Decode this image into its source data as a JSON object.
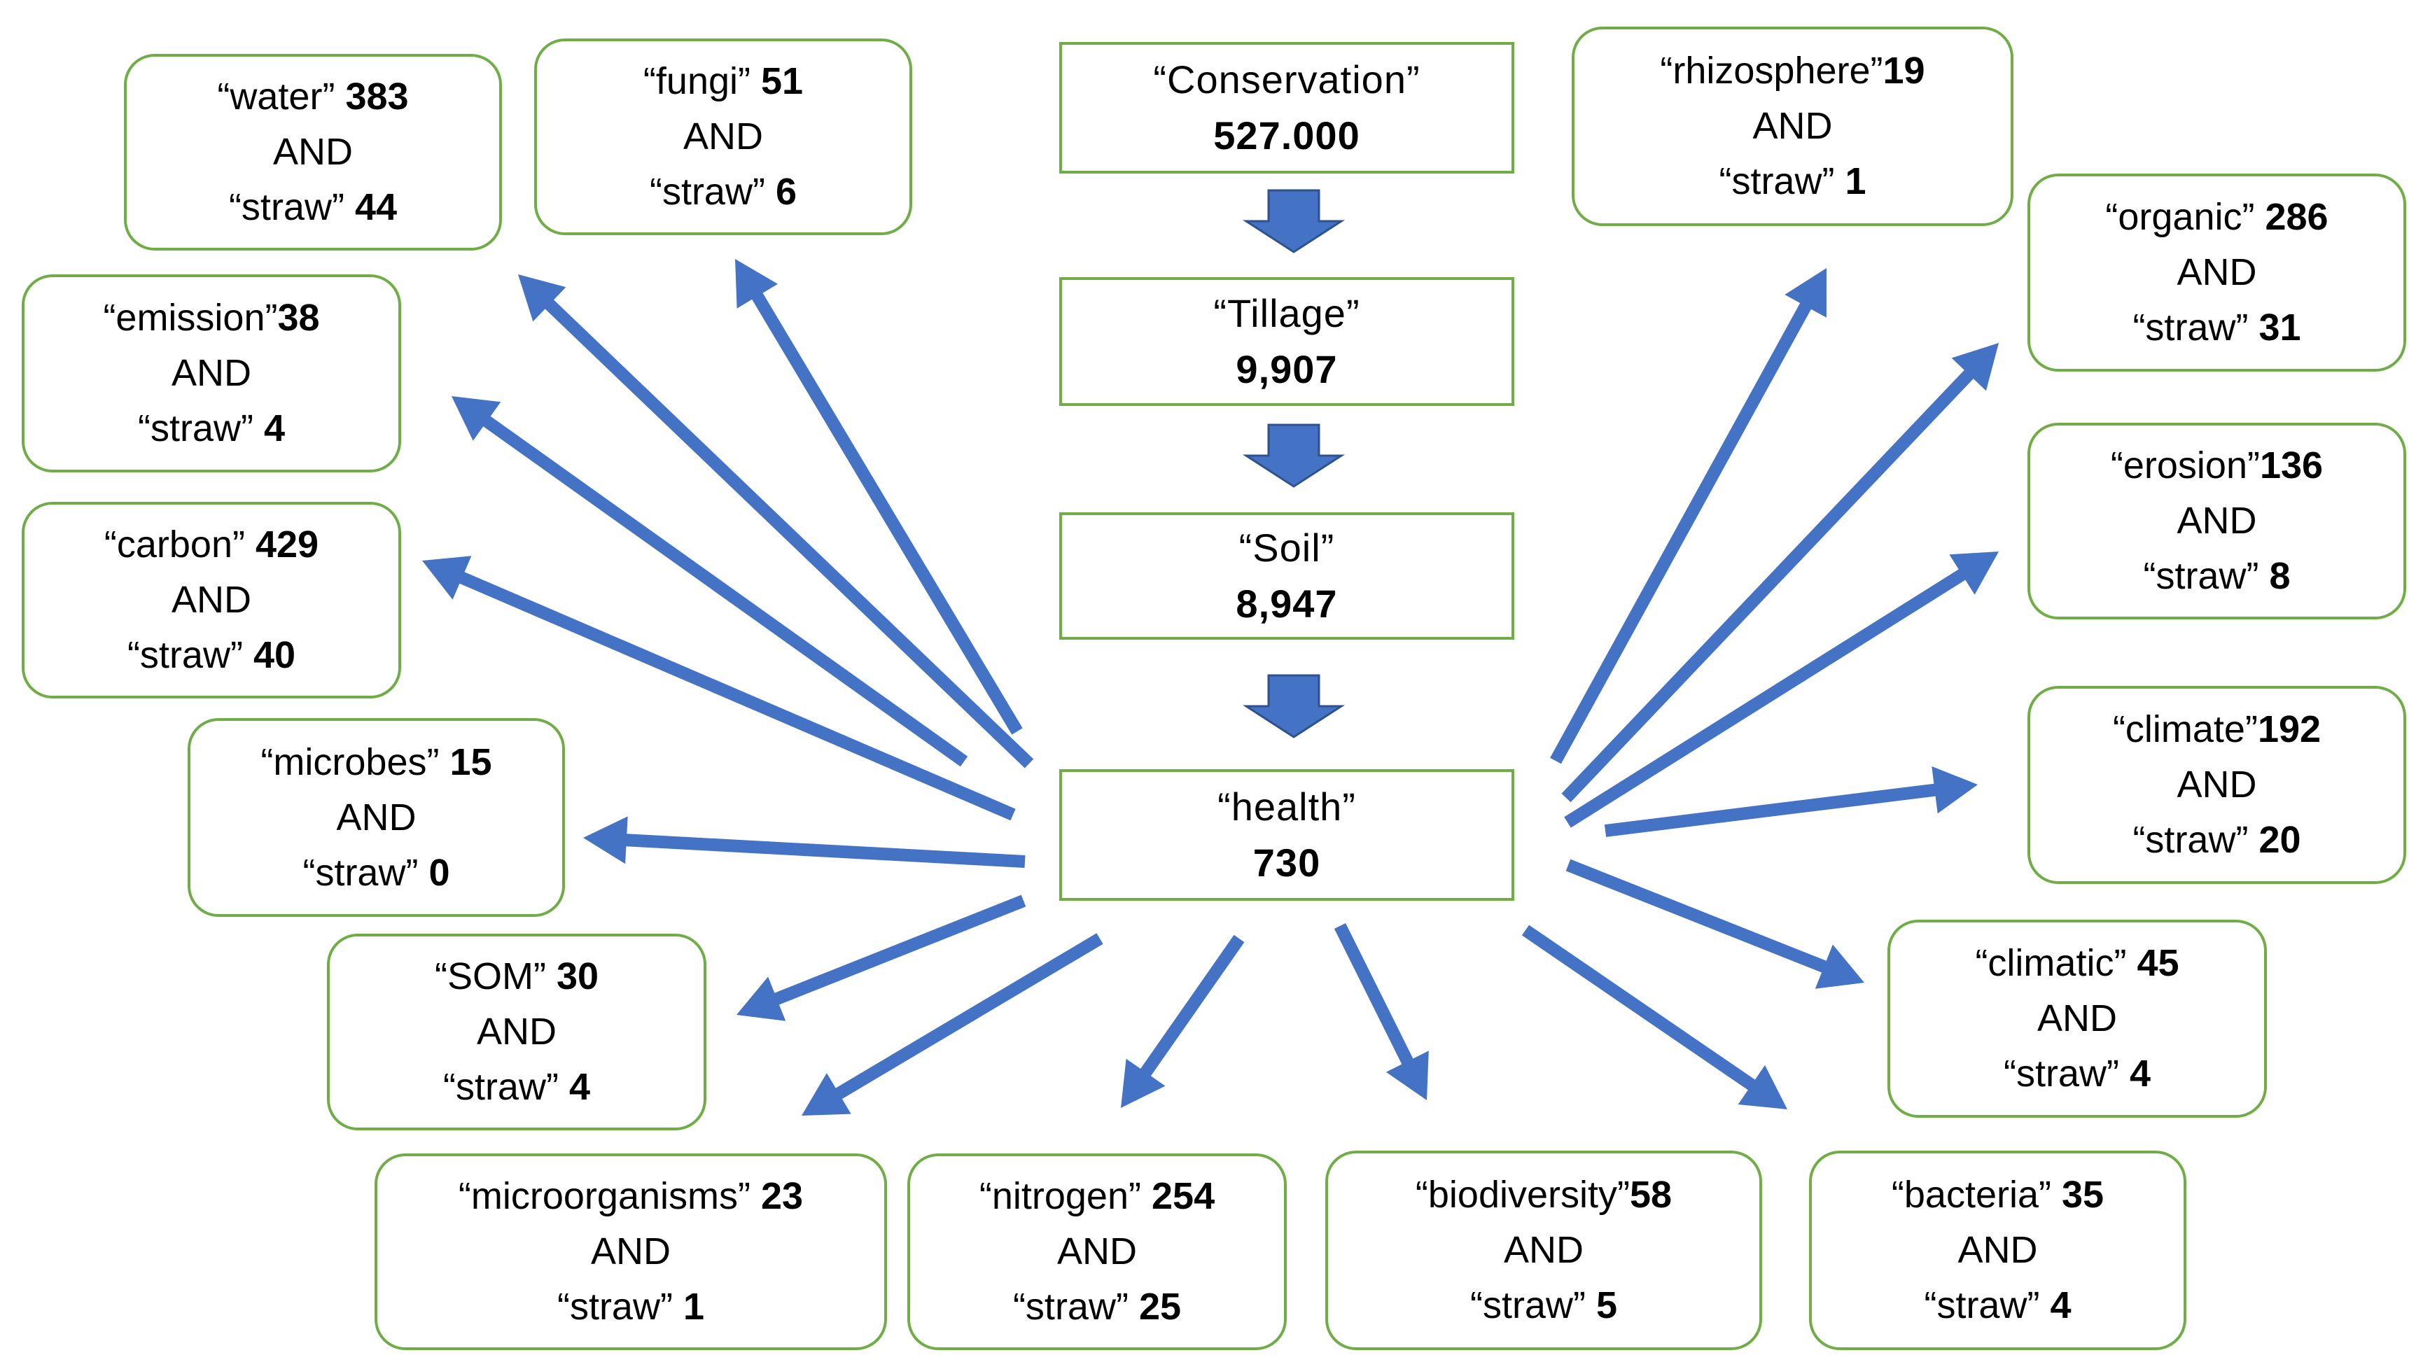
{
  "colors": {
    "box_border": "#70ad47",
    "arrow_fill": "#4472c4",
    "arrow_outline": "#2f528f",
    "text": "#000000"
  },
  "connector_label": "AND",
  "straw_term": "“straw”",
  "flow": [
    {
      "id": "conservation",
      "term": "“Conservation”",
      "count": "527.000"
    },
    {
      "id": "tillage",
      "term": "“Tillage”",
      "count": "9,907"
    },
    {
      "id": "soil",
      "term": "“Soil”",
      "count": "8,947"
    },
    {
      "id": "health",
      "term": "“health”",
      "count": "730"
    }
  ],
  "branches": [
    {
      "id": "water",
      "term": "“water”",
      "count": "383",
      "straw_count": "44"
    },
    {
      "id": "fungi",
      "term": "“fungi”",
      "count": "51",
      "straw_count": "6"
    },
    {
      "id": "emission",
      "term": "“emission”",
      "count": "38",
      "straw_count": "4"
    },
    {
      "id": "carbon",
      "term": "“carbon”",
      "count": "429",
      "straw_count": "40"
    },
    {
      "id": "microbes",
      "term": "“microbes”",
      "count": "15",
      "straw_count": "0"
    },
    {
      "id": "som",
      "term": "“SOM”",
      "count": "30",
      "straw_count": "4"
    },
    {
      "id": "microorganisms",
      "term": "“microorganisms”",
      "count": "23",
      "straw_count": "1"
    },
    {
      "id": "nitrogen",
      "term": "“nitrogen”",
      "count": "254",
      "straw_count": "25"
    },
    {
      "id": "biodiversity",
      "term": "“biodiversity”",
      "count": "58",
      "straw_count": "5"
    },
    {
      "id": "bacteria",
      "term": "“bacteria”",
      "count": "35",
      "straw_count": "4"
    },
    {
      "id": "climatic",
      "term": "“climatic”",
      "count": "45",
      "straw_count": "4"
    },
    {
      "id": "climate",
      "term": "“climate”",
      "count": "192",
      "straw_count": "20"
    },
    {
      "id": "erosion",
      "term": "“erosion”",
      "count": "136",
      "straw_count": "8"
    },
    {
      "id": "organic",
      "term": "“organic”",
      "count": "286",
      "straw_count": "31"
    },
    {
      "id": "rhizosphere",
      "term": "“rhizosphere”",
      "count": "19",
      "straw_count": "1"
    }
  ]
}
